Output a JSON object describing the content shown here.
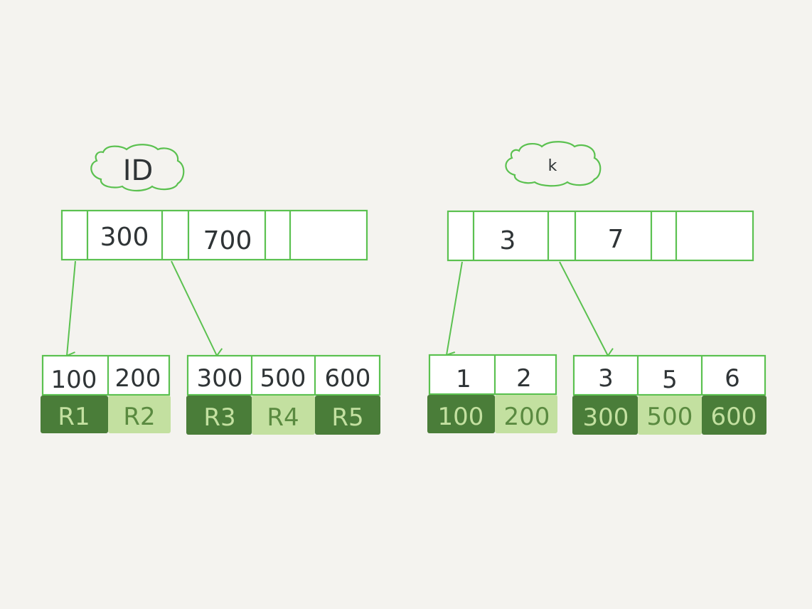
{
  "colors": {
    "background": "#f4f3ef",
    "outline": "#5bc150",
    "dark_cell": "#4a7d39",
    "light_cell": "#c3e0a0",
    "dark_cell_text": "#c3e0a0",
    "light_cell_text": "#5a8a40",
    "key_text": "#2f3436"
  },
  "id_index": {
    "label": "ID",
    "root_keys": [
      "300",
      "700"
    ],
    "leaves": [
      {
        "keys": [
          "100",
          "200"
        ],
        "values": [
          "R1",
          "R2"
        ]
      },
      {
        "keys": [
          "300",
          "500",
          "600"
        ],
        "values": [
          "R3",
          "R4",
          "R5"
        ]
      }
    ]
  },
  "k_index": {
    "label": "k",
    "root_keys": [
      "3",
      "7"
    ],
    "leaves": [
      {
        "keys": [
          "1",
          "2"
        ],
        "values": [
          "100",
          "200"
        ]
      },
      {
        "keys": [
          "3",
          "5",
          "6"
        ],
        "values": [
          "300",
          "500",
          "600"
        ]
      }
    ]
  }
}
